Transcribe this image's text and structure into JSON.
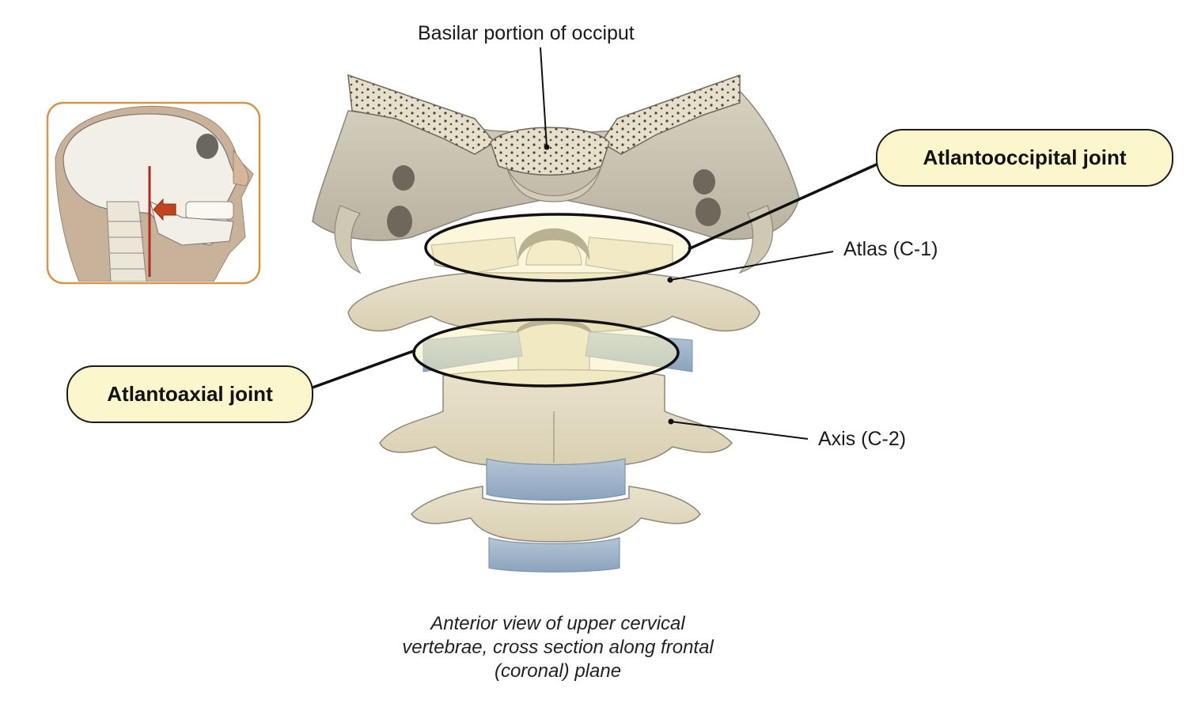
{
  "labels": {
    "basilar": "Basilar portion of occiput",
    "atlas": "Atlas (C-1)",
    "axis": "Axis (C-2)",
    "atlantooccipital": "Atlantooccipital joint",
    "atlantoaxial": "Atlantoaxial joint"
  },
  "caption": {
    "lines": [
      "Anterior view of upper cervical",
      "vertebrae, cross section along frontal",
      "(coronal) plane"
    ]
  },
  "colors": {
    "highlight": "#fbf6cc",
    "inset_border": "#d4944a",
    "ligament_blue": "#9fb6cc",
    "bone": "#ede4c4",
    "section_plane": "#b32a20"
  },
  "icons": {
    "inset": "skull-lateral-view-icon",
    "arrow": "section-arrow-icon"
  }
}
